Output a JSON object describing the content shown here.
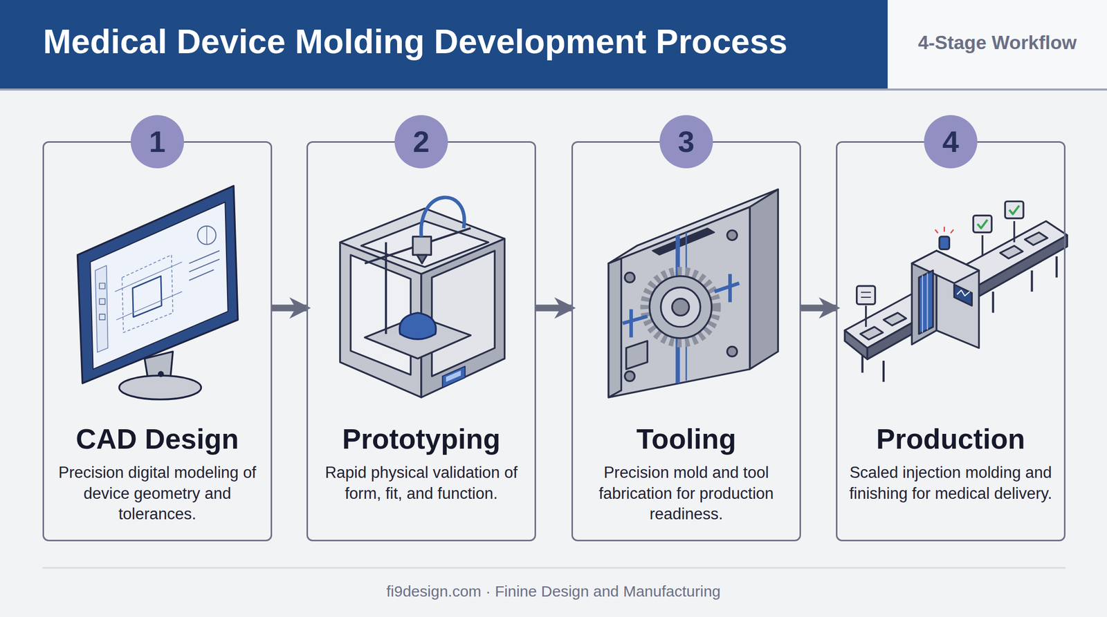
{
  "diagram": {
    "title": "Medical Device Molding Development Process",
    "nodes": [
      {
        "text": [
          "CAD Design",
          "Precision digital modeling of device geometry and tolerances."
        ]
      },
      {
        "text": [
          "1"
        ],
        "in": 0
      },
      {
        "text": [
          "Prototyping",
          "Rapid physical validation of form, fit, and function."
        ]
      },
      {
        "text": [
          "2"
        ],
        "in": 2
      },
      {
        "text": [
          "Tooling",
          "Precision mold and tool fabrication for production readiness."
        ]
      },
      {
        "text": [
          "3"
        ],
        "in": 4
      },
      {
        "text": [
          "Production",
          "Scaled injection molding and finishing for medical delivery."
        ]
      },
      {
        "text": [
          "4"
        ],
        "in": 6
      }
    ],
    "edges": [
      {
        "from": 0,
        "to": 2,
        "arrow": "to"
      },
      {
        "from": 2,
        "to": 4,
        "arrow": "to"
      },
      {
        "from": 4,
        "to": 6,
        "arrow": "to"
      }
    ],
    "labels": [
      "4-Stage Workflow",
      "fi9design.com · Finine Design and Manufacturing"
    ]
  }
}
